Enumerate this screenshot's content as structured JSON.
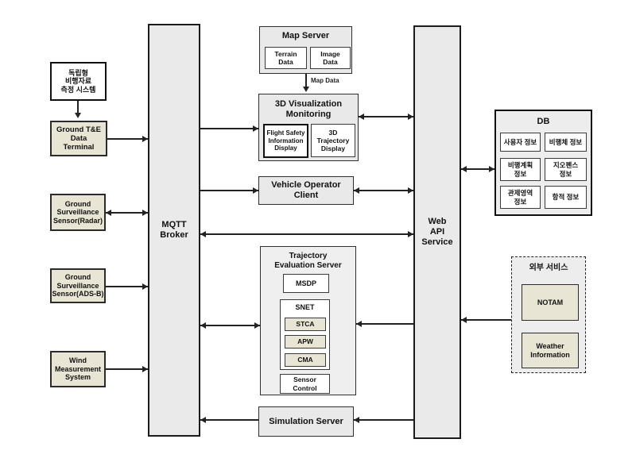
{
  "colors": {
    "node_gray": "#eaeaea",
    "node_beige": "#e9e5d4",
    "node_white": "#ffffff",
    "border": "#1c1c1c",
    "arrow": "#222222"
  },
  "left": {
    "standalone_system": "독립형\n비행자료\n측정 시스템",
    "ground_te": "Ground T&E\nData\nTerminal",
    "radar": "Ground\nSurveillance\nSensor(Radar)",
    "adsb": "Ground\nSurveillance\nSensor(ADS-B)",
    "wind": "Wind\nMeasurement\nSystem"
  },
  "brokers": {
    "mqtt": "MQTT\nBroker",
    "web_api": "Web\nAPI\nService"
  },
  "map_server": {
    "title": "Map Server",
    "terrain": "Terrain\nData",
    "image": "Image\nData",
    "map_data_label": "Map Data"
  },
  "viz": {
    "title": "3D Visualization\nMonitoring",
    "flight_safety": "Flight Safety\nInformation\nDisplay",
    "trajectory_display": "3D\nTrajectory\nDisplay"
  },
  "voc": {
    "title": "Vehicle Operator Client"
  },
  "tes": {
    "title": "Trajectory\nEvaluation Server",
    "msdp": "MSDP",
    "snet": "SNET",
    "stca": "STCA",
    "apw": "APW",
    "cma": "CMA",
    "sensor_control": "Sensor\nControl"
  },
  "sim": {
    "title": "Simulation Server"
  },
  "db": {
    "title": "DB",
    "cells": [
      "사용자 정보",
      "비행체 정보",
      "비행계획\n정보",
      "지오펜스\n정보",
      "관제영역\n정보",
      "항적 정보"
    ]
  },
  "external": {
    "title": "외부 서비스",
    "notam": "NOTAM",
    "weather": "Weather\nInformation"
  }
}
